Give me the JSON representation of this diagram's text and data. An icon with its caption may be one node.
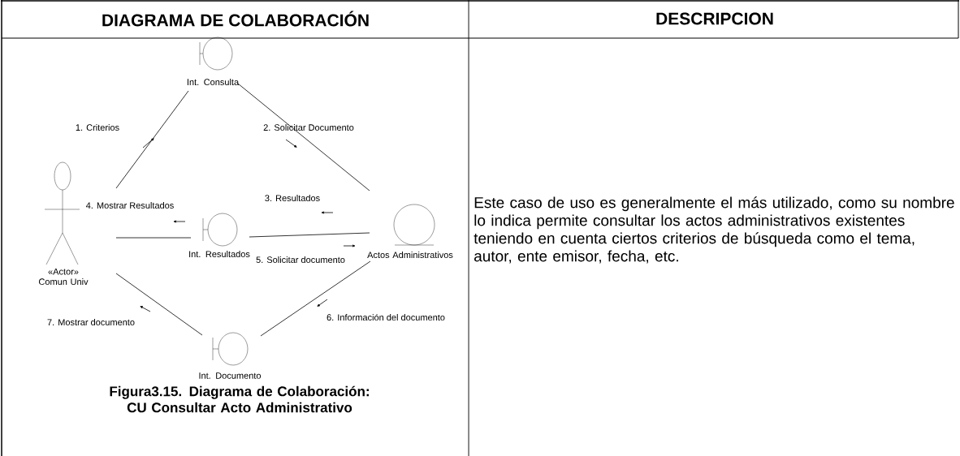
{
  "diagram": {
    "caption": "Figura3.15. Diagrama de Colaboración: CU Consultar Acto Administrativo",
    "nodes": [
      {
        "text": [
          "«Actor» Comun Univ"
        ]
      },
      {
        "text": [
          "Int. Consulta"
        ]
      },
      {
        "text": [
          "Int. Resultados"
        ]
      },
      {
        "text": [
          "Actos Administrativos"
        ]
      },
      {
        "text": [
          "Int. Documento"
        ]
      }
    ],
    "edges": [
      {
        "from": 0,
        "to": 1,
        "arrow": "none",
        "label": "1. Criterios"
      },
      {
        "from": 1,
        "to": 3,
        "arrow": "none",
        "label": "2. Solicitar Documento"
      },
      {
        "from": 2,
        "to": 3,
        "arrow": "none",
        "label": "3. Resultados"
      },
      {
        "from": 0,
        "to": 2,
        "arrow": "none",
        "label": "4. Mostrar Resultados"
      },
      {
        "from": 3,
        "to": 4,
        "arrow": "none",
        "label": "6. Información del documento"
      },
      {
        "from": 4,
        "to": 0,
        "arrow": "none",
        "label": "7. Mostrar documento"
      }
    ],
    "labels": [
      "DIAGRAMA DE COLABORACIÓN",
      "DESCRIPCION",
      "5. Solicitar documento",
      "Este caso de uso es generalmente el más utilizado, como su nombre lo indica permite consultar los actos administrativos existentes teniendo en cuenta ciertos criterios de búsqueda como el tema, autor, ente emisor, fecha, etc."
    ]
  }
}
